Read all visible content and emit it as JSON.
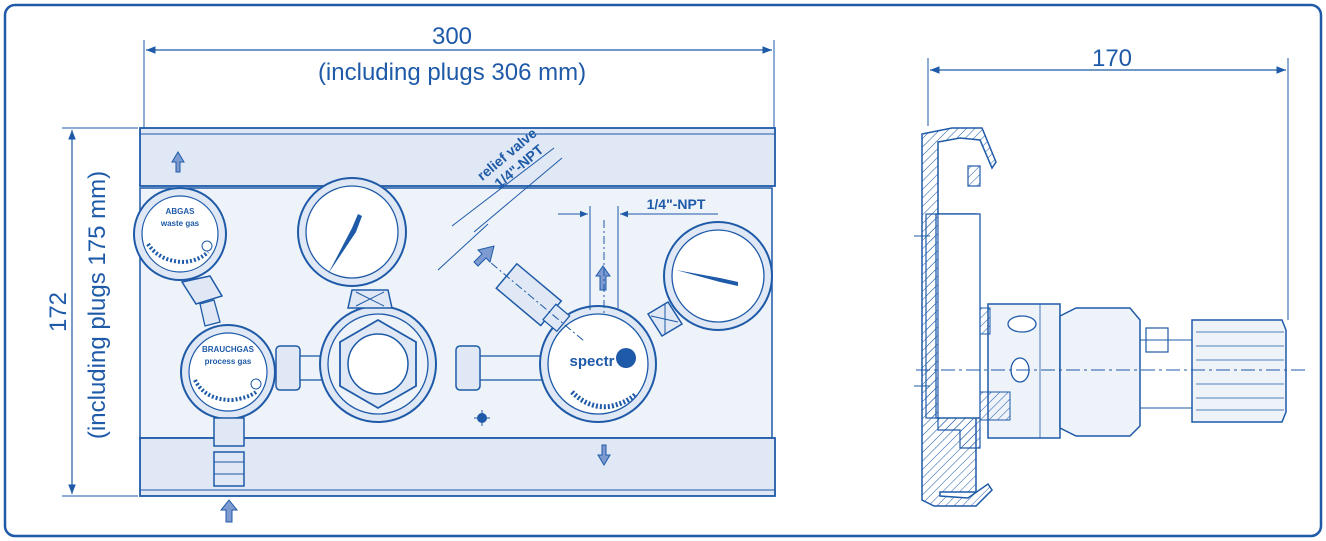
{
  "colors": {
    "line": "#1e5aa8",
    "fill": "#dfe8f4",
    "frame": "#1e5aa8",
    "arrow": "#7d9bd0"
  },
  "front_view": {
    "width_dimension": "300",
    "width_note": "(including plugs 306 mm)",
    "height_dimension": "172",
    "height_note": "(including plugs 175 mm)",
    "relief_valve_label": "relief valve",
    "relief_valve_thread": "1/4\"-NPT",
    "outlet_thread": "1/4\"-NPT",
    "gauge_waste": {
      "title": "ABGAS",
      "subtitle": "waste gas"
    },
    "gauge_process": {
      "title": "BRAUCHGAS",
      "subtitle": "process gas"
    },
    "brand": "spectr"
  },
  "side_view": {
    "depth_dimension": "170"
  }
}
